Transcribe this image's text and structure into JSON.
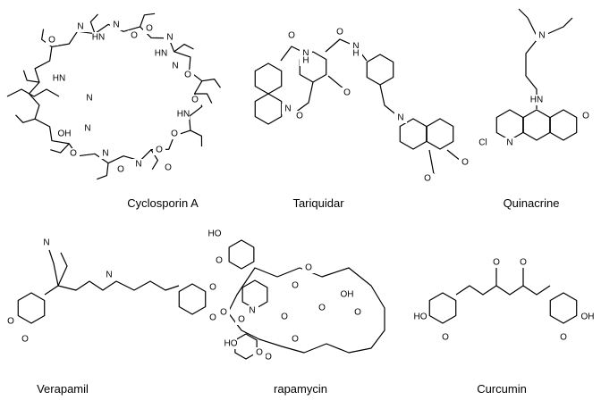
{
  "molecules": [
    {
      "name": "Cyclosporin A",
      "atoms": [
        "O",
        "N",
        "N",
        "O",
        "HN",
        "O",
        "N",
        "HN",
        "O",
        "N",
        "O",
        "HN",
        "OH",
        "N",
        "O",
        "N",
        "O",
        "N",
        "O",
        "O",
        "HN",
        "O",
        "N"
      ]
    },
    {
      "name": "Tariquidar",
      "atoms": [
        "O",
        "N",
        "H",
        "O",
        "N",
        "H",
        "N",
        "O",
        "O",
        "N",
        "O",
        "O"
      ]
    },
    {
      "name": "Quinacrine",
      "atoms": [
        "N",
        "HN",
        "N",
        "O",
        "Cl"
      ]
    },
    {
      "name": "Verapamil",
      "atoms": [
        "N",
        "N",
        "O",
        "O",
        "O",
        "O"
      ]
    },
    {
      "name": "rapamycin",
      "atoms": [
        "HO",
        "O",
        "O",
        "O",
        "N",
        "O",
        "O",
        "O",
        "OH",
        "O",
        "O",
        "HO",
        "O",
        "O",
        "O"
      ]
    },
    {
      "name": "Curcumin",
      "atoms": [
        "O",
        "O",
        "HO",
        "OH",
        "O",
        "O"
      ]
    }
  ]
}
